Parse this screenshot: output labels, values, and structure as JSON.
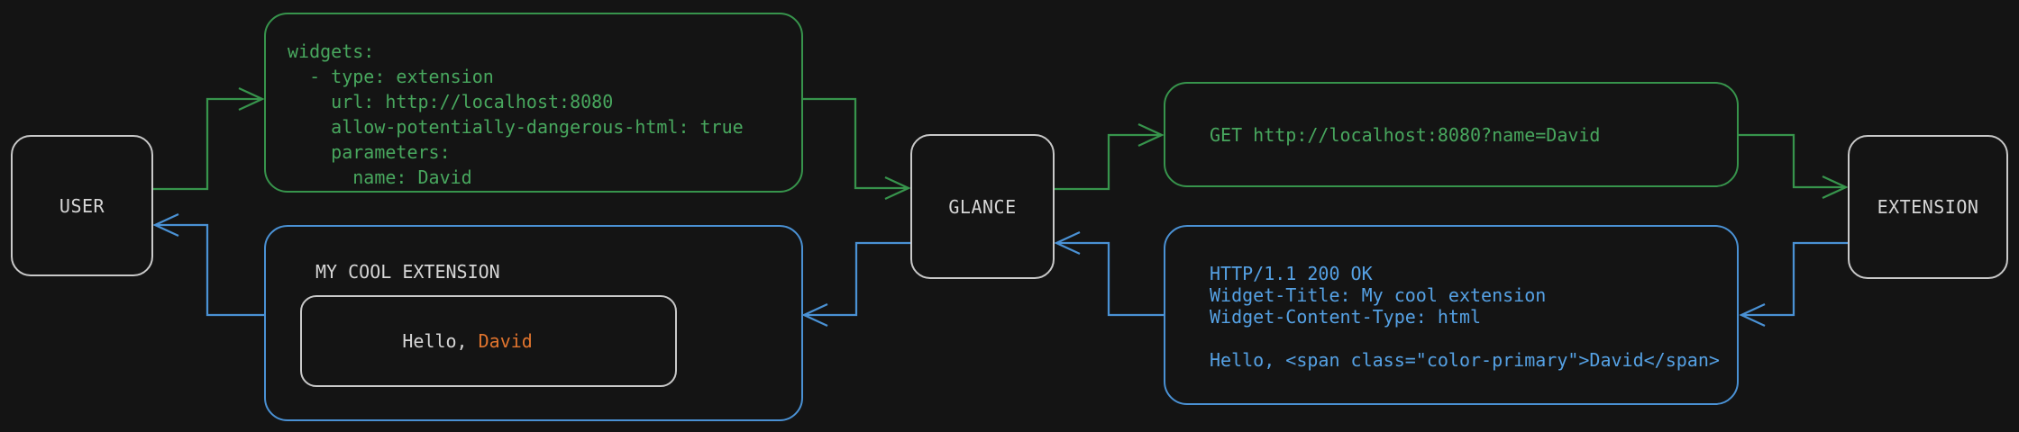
{
  "colors": {
    "bg": "#141414",
    "gray_stroke": "#c9c9c9",
    "gray_text": "#d6d6d6",
    "green_stroke": "#37944c",
    "green_text": "#48a75e",
    "blue_stroke": "#4a91d4",
    "blue_text": "#55a1e4",
    "orange": "#e0742e"
  },
  "nodes": {
    "user": {
      "label": "USER"
    },
    "glance": {
      "label": "GLANCE"
    },
    "extension": {
      "label": "EXTENSION"
    }
  },
  "boxes": {
    "yaml_config": {
      "lines": [
        "widgets:",
        "  - type: extension",
        "    url: http://localhost:8080",
        "    allow-potentially-dangerous-html: true",
        "    parameters:",
        "      name: David"
      ]
    },
    "get_request": {
      "line": "GET http://localhost:8080?name=David"
    },
    "http_response": {
      "lines": [
        "HTTP/1.1 200 OK",
        "Widget-Title: My cool extension",
        "Widget-Content-Type: html",
        "",
        "Hello, <span class=\"color-primary\">David</span>"
      ]
    },
    "rendered_widget": {
      "title": "MY COOL EXTENSION",
      "greeting_prefix": "Hello, ",
      "greeting_name": "David"
    }
  }
}
